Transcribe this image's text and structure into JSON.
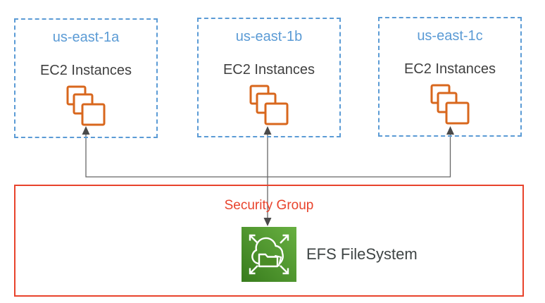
{
  "availability_zones": [
    {
      "name": "us-east-1a",
      "resource_label": "EC2 Instances"
    },
    {
      "name": "us-east-1b",
      "resource_label": "EC2 Instances"
    },
    {
      "name": "us-east-1c",
      "resource_label": "EC2 Instances"
    }
  ],
  "security_group": {
    "label": "Security Group"
  },
  "efs": {
    "label": "EFS FileSystem"
  },
  "icons": {
    "ec2": "ec2-instances-icon (three overlapping orange squares)",
    "efs": "efs-filesystem-icon (green square, white cloud with folder, four outward arrows)"
  },
  "colors": {
    "az_border": "#5B9BD5",
    "az_label": "#5B9BD5",
    "body_text": "#404040",
    "ec2_orange": "#D8671D",
    "security_group_red": "#E8432C",
    "connector_gray": "#666666",
    "efs_green_dark": "#387C1D",
    "efs_green_light": "#68B041"
  }
}
